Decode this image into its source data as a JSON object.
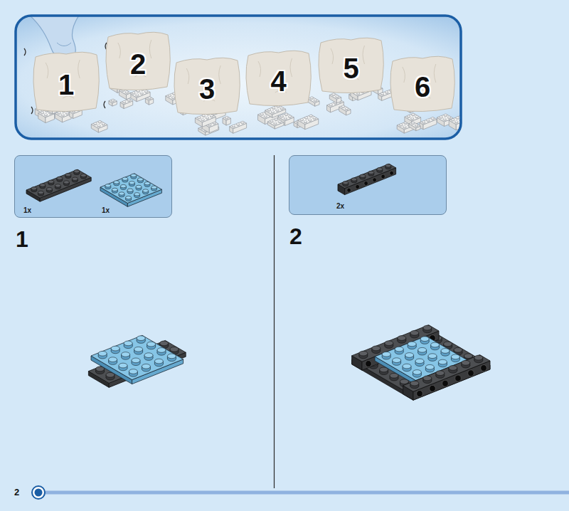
{
  "diagram": {
    "nodes": [
      {
        "text": [
          "1"
        ]
      },
      {
        "text": [
          "2"
        ]
      },
      {
        "text": [
          "3"
        ]
      },
      {
        "text": [
          "4"
        ]
      },
      {
        "text": [
          "5"
        ]
      },
      {
        "text": [
          "6"
        ]
      },
      {
        "text": [
          "1x",
          "1x"
        ]
      },
      {
        "text": [
          "2x"
        ]
      }
    ],
    "labels": [
      "1",
      "2",
      "2"
    ]
  }
}
